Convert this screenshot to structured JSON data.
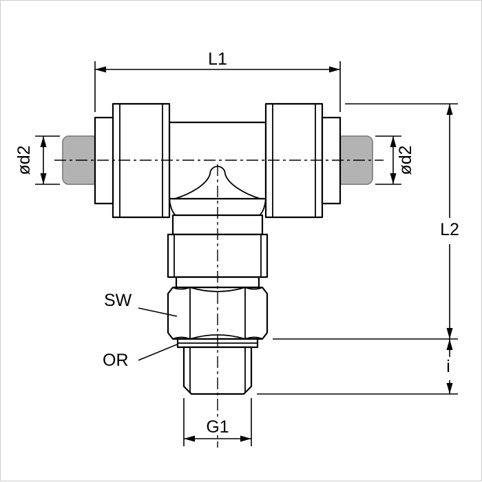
{
  "diagram": {
    "labels": {
      "l1": "L1",
      "d2_left": "ød2",
      "d2_right": "ød2",
      "l2": "L2",
      "i": "i",
      "g1": "G1",
      "sw": "SW",
      "or": "OR"
    },
    "colors": {
      "line": "#000000",
      "tube_fill": "#b3b3b3",
      "tube_stroke": "#8a8a8a",
      "background": "#ffffff",
      "frame": "#cccccc"
    }
  }
}
